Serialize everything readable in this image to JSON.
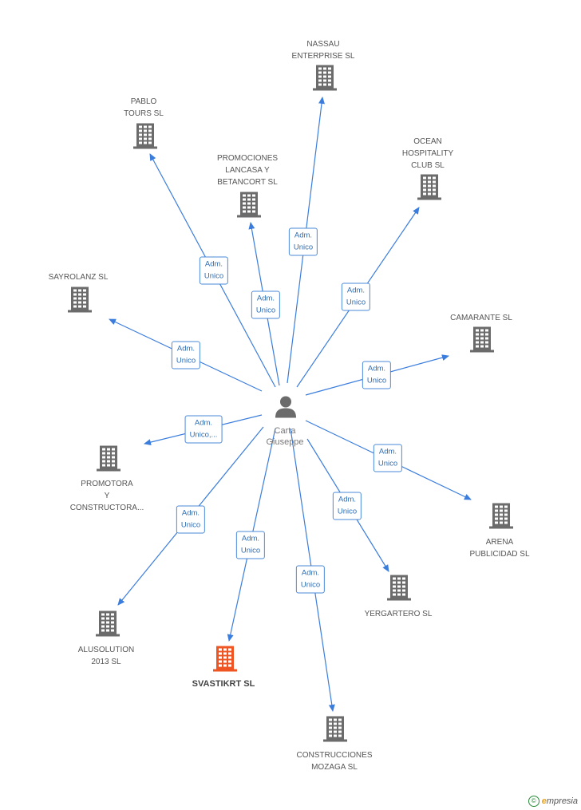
{
  "center": {
    "name": "Carta\nGiuseppe",
    "icon": "person-icon"
  },
  "colors": {
    "edge": "#3b7ddd",
    "building": "#6b6b6b",
    "highlight": "#ee5522"
  },
  "nodes": [
    {
      "id": "nassau",
      "label": "NASSAU\nENTERPRISE SL",
      "highlight": false,
      "icon": "building-icon"
    },
    {
      "id": "pablo",
      "label": "PABLO\nTOURS SL",
      "highlight": false,
      "icon": "building-icon"
    },
    {
      "id": "promociones",
      "label": "PROMOCIONES\nLANCASA Y\nBETANCORT SL",
      "highlight": false,
      "icon": "building-icon"
    },
    {
      "id": "ocean",
      "label": "OCEAN\nHOSPITALITY\nCLUB SL",
      "highlight": false,
      "icon": "building-icon"
    },
    {
      "id": "sayrolanz",
      "label": "SAYROLANZ  SL",
      "highlight": false,
      "icon": "building-icon"
    },
    {
      "id": "camarante",
      "label": "CAMARANTE  SL",
      "highlight": false,
      "icon": "building-icon"
    },
    {
      "id": "promotora",
      "label": "PROMOTORA\nY\nCONSTRUCTORA...",
      "highlight": false,
      "icon": "building-icon"
    },
    {
      "id": "arena",
      "label": "ARENA\nPUBLICIDAD SL",
      "highlight": false,
      "icon": "building-icon"
    },
    {
      "id": "yergartero",
      "label": "YERGARTERO SL",
      "highlight": false,
      "icon": "building-icon"
    },
    {
      "id": "alusolution",
      "label": "ALUSOLUTION\n2013  SL",
      "highlight": false,
      "icon": "building-icon"
    },
    {
      "id": "svastikrt",
      "label": "SVASTIKRT SL",
      "highlight": true,
      "icon": "building-icon"
    },
    {
      "id": "mozaga",
      "label": "CONSTRUCCIONES\nMOZAGA SL",
      "highlight": false,
      "icon": "building-icon"
    }
  ],
  "edges": [
    {
      "to": "nassau",
      "label": "Adm.\nUnico"
    },
    {
      "to": "pablo",
      "label": "Adm.\nUnico"
    },
    {
      "to": "promociones",
      "label": "Adm.\nUnico"
    },
    {
      "to": "ocean",
      "label": "Adm.\nUnico"
    },
    {
      "to": "sayrolanz",
      "label": "Adm.\nUnico"
    },
    {
      "to": "camarante",
      "label": "Adm.\nUnico"
    },
    {
      "to": "promotora",
      "label": "Adm.\nUnico,..."
    },
    {
      "to": "arena",
      "label": "Adm.\nUnico"
    },
    {
      "to": "yergartero",
      "label": "Adm.\nUnico"
    },
    {
      "to": "alusolution",
      "label": "Adm.\nUnico"
    },
    {
      "to": "svastikrt",
      "label": "Adm.\nUnico"
    },
    {
      "to": "mozaga",
      "label": "Adm.\nUnico"
    }
  ],
  "footer": {
    "copyright": "©",
    "brand_initial": "e",
    "brand_rest": "mpresia"
  }
}
